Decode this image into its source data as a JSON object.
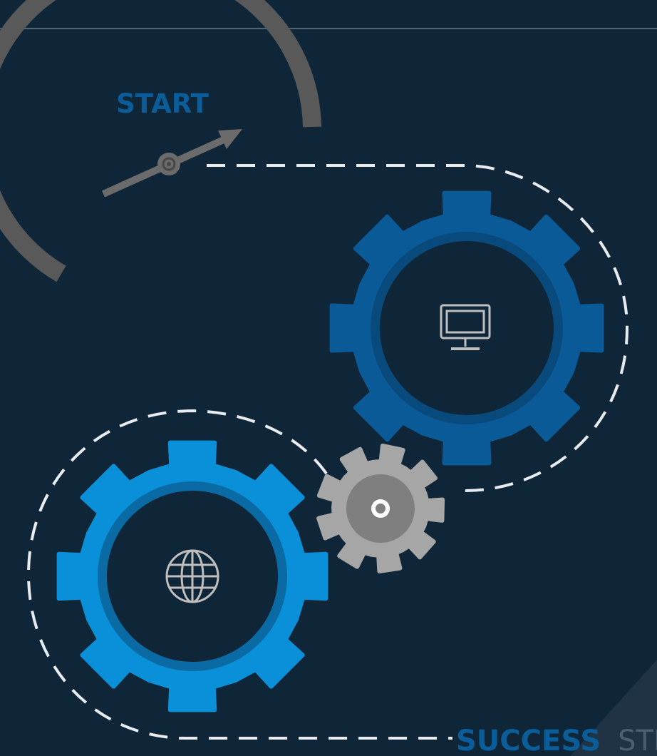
{
  "diagram": {
    "start_label": "START",
    "footer_primary": "SUCCESS",
    "footer_secondary": "STEP"
  },
  "colors": {
    "background": "#0f2638",
    "gauge_arc": "#595959",
    "needle": "#6b6b6b",
    "start_text": "#0b5d9a",
    "gear_large_blue": "#0b5a98",
    "gear_large_blue_inner": "#094a7c",
    "gear_light_blue": "#0a90d8",
    "gear_light_blue_inner": "#0a6aa3",
    "gear_small_gray": "#a6a6a6",
    "gear_small_gray_inner": "#7f7f7f",
    "dashes": "#e8ecf0",
    "footer_primary": "#0b5d9a",
    "footer_secondary": "#4a5f73"
  },
  "icons": {
    "upper_gear": "monitor-icon",
    "lower_gear": "globe-icon",
    "small_gear": "hub-dot-icon"
  }
}
